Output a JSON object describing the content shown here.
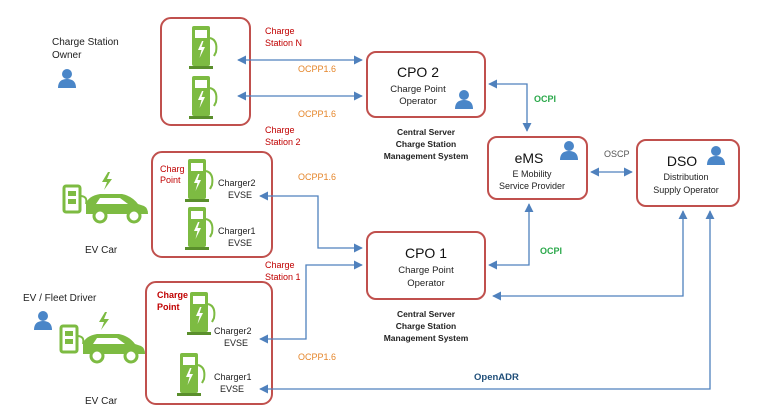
{
  "colors": {
    "box_border": "#c0504d",
    "arrow": "#4f81bd",
    "person": "#4a86c8",
    "ocpp": "#e5862b",
    "ocpi": "#2aa84a",
    "red_label": "#c00000",
    "oscp": "#555555",
    "openadr": "#1f4e79",
    "charger_green": "#7dbb42",
    "dark_text": "#222222"
  },
  "actors": {
    "owner_l1": "Charge Station",
    "owner_l2": "Owner",
    "driver": "EV / Fleet Driver",
    "ev_car_top": "EV  Car",
    "ev_car_bottom": "EV  Car"
  },
  "labels": {
    "charge_station_n_l1": "Charge",
    "charge_station_n_l2": "Station N",
    "charge_station_2_l1": "Charge",
    "charge_station_2_l2": "Station 2",
    "charge_station_1_l1": "Charge",
    "charge_station_1_l2": "Station 1",
    "ocpp_a": "OCPP1.6",
    "ocpp_b": "OCPP1.6",
    "ocpp_c": "OCPP1.6",
    "ocpp_d": "OCPP1.6",
    "ocpi_top": "OCPI",
    "ocpi_mid": "OCPI",
    "oscp": "OSCP",
    "openadr": "OpenADR"
  },
  "station2": {
    "point_l1": "Charg",
    "point_l2": "Point",
    "charger2_name": "Charger2",
    "charger2_type": "EVSE",
    "charger1_name": "Charger1",
    "charger1_type": "EVSE"
  },
  "station1": {
    "point_l1": "Charge",
    "point_l2": "Point",
    "charger2_name": "Charger2",
    "charger2_type": "EVSE",
    "charger1_name": "Charger1",
    "charger1_type": "EVSE"
  },
  "cpo2": {
    "title": "CPO 2",
    "sub_l1": "Charge Point",
    "sub_l2": "Operator",
    "caption_l1": "Central Server",
    "caption_l2": "Charge Station",
    "caption_l3": "Management System"
  },
  "cpo1": {
    "title": "CPO 1",
    "sub_l1": "Charge Point",
    "sub_l2": "Operator",
    "caption_l1": "Central Server",
    "caption_l2": "Charge Station",
    "caption_l3": "Management System"
  },
  "ems": {
    "title": "eMS",
    "sub_l1": "E Mobility",
    "sub_l2": "Service Provider"
  },
  "dso": {
    "title": "DSO",
    "sub_l1": "Distribution",
    "sub_l2": "Supply Operator"
  }
}
